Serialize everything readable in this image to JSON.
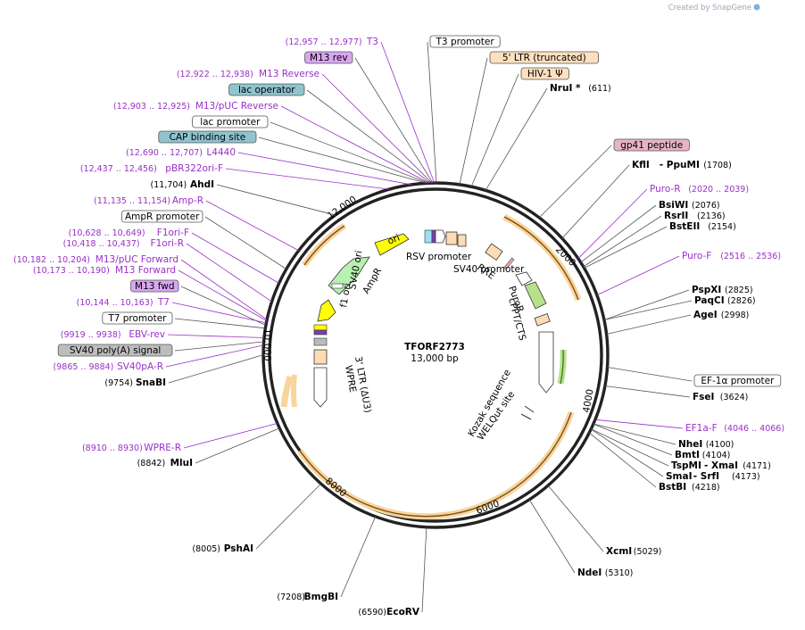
{
  "watermark": "Created by SnapGene",
  "plasmid": {
    "name": "TFORF2773",
    "length": "13,000 bp"
  },
  "colors": {
    "primer": "#9a2fc8",
    "site": "#000000",
    "backbone": "#222222",
    "orf": "#f5a623"
  },
  "tick_labels": [
    "2000",
    "4000",
    "6000",
    "8000",
    "10,000",
    "12,000"
  ],
  "left_labels": [
    {
      "coord": "(12,957 .. 12,977)",
      "name": "T3",
      "kind": "primer"
    },
    {
      "name": "M13 rev",
      "kind": "box-purple"
    },
    {
      "coord": "(12,922 .. 12,938)",
      "name": "M13 Reverse",
      "kind": "primer"
    },
    {
      "name": "lac operator",
      "kind": "box-teal"
    },
    {
      "coord": "(12,903 .. 12,925)",
      "name": "M13/pUC Reverse",
      "kind": "primer"
    },
    {
      "name": "lac promoter",
      "kind": "box-white"
    },
    {
      "name": "CAP binding site",
      "kind": "box-teal"
    },
    {
      "coord": "(12,690 .. 12,707)",
      "name": "L4440",
      "kind": "primer"
    },
    {
      "coord": "(12,437 .. 12,456)",
      "name": "pBR322ori-F",
      "kind": "primer"
    },
    {
      "coord": "(11,704)",
      "name": "AhdI",
      "kind": "site"
    },
    {
      "coord": "(11,135 .. 11,154)",
      "name": "Amp-R",
      "kind": "primer"
    },
    {
      "name": "AmpR promoter",
      "kind": "box-white"
    },
    {
      "coord": "(10,628 .. 10,649)",
      "name": "F1ori-F",
      "kind": "primer"
    },
    {
      "coord": "(10,418 .. 10,437)",
      "name": "F1ori-R",
      "kind": "primer"
    },
    {
      "coord": "(10,182 .. 10,204)",
      "name": "M13/pUC Forward",
      "kind": "primer"
    },
    {
      "coord": "(10,173 .. 10,190)",
      "name": "M13 Forward",
      "kind": "primer"
    },
    {
      "name": "M13 fwd",
      "kind": "box-purple"
    },
    {
      "coord": "(10,144 .. 10,163)",
      "name": "T7",
      "kind": "primer"
    },
    {
      "name": "T7 promoter",
      "kind": "box-white"
    },
    {
      "coord": "(9919 .. 9938)",
      "name": "EBV-rev",
      "kind": "primer"
    },
    {
      "name": "SV40 poly(A) signal",
      "kind": "box-gray"
    },
    {
      "coord": "(9865 .. 9884)",
      "name": "SV40pA-R",
      "kind": "primer"
    },
    {
      "coord": "(9754)",
      "name": "SnaBI",
      "kind": "site"
    },
    {
      "coord": "(8910 .. 8930)",
      "name": "WPRE-R",
      "kind": "primer"
    },
    {
      "coord": "(8842)",
      "name": "MluI",
      "kind": "site"
    },
    {
      "coord": "(8005)",
      "name": "PshAI",
      "kind": "site"
    },
    {
      "coord": "(7208)",
      "name": "BmgBI",
      "kind": "site"
    },
    {
      "coord": "(6590)",
      "name": "EcoRV",
      "kind": "site"
    }
  ],
  "right_labels": [
    {
      "name": "T3 promoter",
      "kind": "box-white"
    },
    {
      "name": "5' LTR (truncated)",
      "kind": "box-peach"
    },
    {
      "name": "HIV-1 Ψ",
      "kind": "box-peach"
    },
    {
      "name": "NruI *",
      "coord": "(611)",
      "kind": "site"
    },
    {
      "name": "gp41 peptide",
      "kind": "box-pink"
    },
    {
      "name": "KflI",
      "name2": "PpuMI",
      "coord": "(1708)",
      "kind": "site2"
    },
    {
      "name": "Puro-R",
      "coord": "(2020 .. 2039)",
      "kind": "primer"
    },
    {
      "name": "BsiWI",
      "coord": "(2076)",
      "kind": "site"
    },
    {
      "name": "RsrII",
      "coord": "(2136)",
      "kind": "site"
    },
    {
      "name": "BstEII",
      "coord": "(2154)",
      "kind": "site"
    },
    {
      "name": "Puro-F",
      "coord": "(2516 .. 2536)",
      "kind": "primer"
    },
    {
      "name": "PspXI",
      "coord": "(2825)",
      "kind": "site"
    },
    {
      "name": "PaqCI",
      "coord": "(2826)",
      "kind": "site"
    },
    {
      "name": "AgeI",
      "coord": "(2998)",
      "kind": "site"
    },
    {
      "name": "EF-1α promoter",
      "kind": "box-white"
    },
    {
      "name": "FseI",
      "coord": "(3624)",
      "kind": "site"
    },
    {
      "name": "EF1a-F",
      "coord": "(4046 .. 4066)",
      "kind": "primer"
    },
    {
      "name": "NheI",
      "coord": "(4100)",
      "kind": "site"
    },
    {
      "name": "BmtI",
      "coord": "(4104)",
      "kind": "site"
    },
    {
      "name": "TspMI",
      "name2": "XmaI",
      "coord": "(4171)",
      "kind": "site2"
    },
    {
      "name": "SmaI",
      "name2": "SrfI",
      "coord": "(4173)",
      "kind": "site2"
    },
    {
      "name": "BstBI",
      "coord": "(4218)",
      "kind": "site"
    },
    {
      "name": "XcmI",
      "coord": "(5029)",
      "kind": "site"
    },
    {
      "name": "NdeI",
      "coord": "(5310)",
      "kind": "site"
    }
  ],
  "feature_labels": {
    "ori": "ori",
    "rsv_promoter": "RSV promoter",
    "rre": "RRE",
    "sv40_promoter": "SV40 promoter",
    "puror": "PuroR",
    "cppt": "cPPT/CTS",
    "kozak": "Kozak sequence",
    "welqut": "WELQut site",
    "ltr3": "3' LTR (ΔU3)",
    "wpre": "WPRE",
    "sv40_ori": "SV40 ori",
    "f1_ori": "f1 ori",
    "ampr": "AmpR"
  }
}
